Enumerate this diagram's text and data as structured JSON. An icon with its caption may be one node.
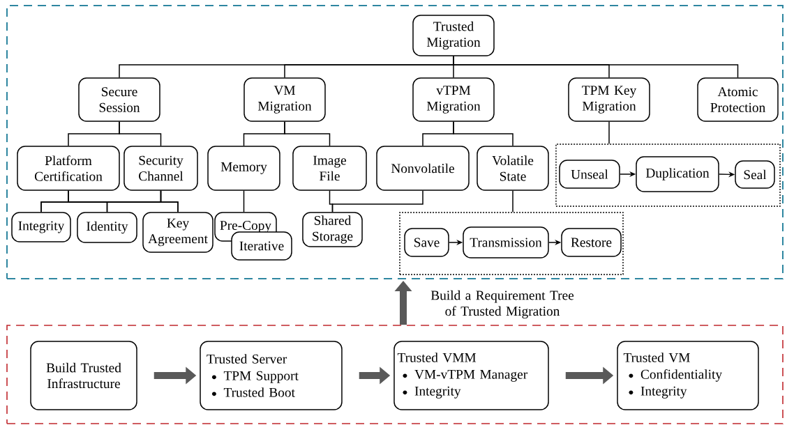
{
  "diagram": {
    "nodes": [
      {
        "text": [],
        "shape": "box"
      },
      {
        "text": [
          "Trusted Migration"
        ],
        "in": 0
      },
      {
        "text": [
          "Secure Session"
        ],
        "in": 0
      },
      {
        "text": [
          "VM Migration"
        ],
        "in": 0
      },
      {
        "text": [
          "vTPM Migration"
        ],
        "in": 0
      },
      {
        "text": [
          "TPM Key Migration"
        ],
        "in": 0
      },
      {
        "text": [
          "Atomic Protection"
        ],
        "in": 0
      },
      {
        "text": [
          "Platform Certification"
        ],
        "in": 0
      },
      {
        "text": [
          "Security Channel"
        ],
        "in": 0
      },
      {
        "text": [
          "Memory"
        ],
        "in": 0
      },
      {
        "text": [
          "Image File"
        ],
        "in": 0
      },
      {
        "text": [
          "Nonvolatile"
        ],
        "in": 0
      },
      {
        "text": [
          "Volatile State"
        ],
        "in": 0
      },
      {
        "text": [],
        "shape": "box",
        "in": 0
      },
      {
        "text": [
          "Unseal"
        ],
        "in": 13
      },
      {
        "text": [
          "Duplication"
        ],
        "in": 13
      },
      {
        "text": [
          "Seal"
        ],
        "in": 13
      },
      {
        "text": [
          "Integrity"
        ],
        "in": 0
      },
      {
        "text": [
          "Identity"
        ],
        "in": 0
      },
      {
        "text": [
          "Key Agreement"
        ],
        "in": 0
      },
      {
        "text": [
          "Pre-Copy"
        ],
        "in": 0
      },
      {
        "text": [
          "Iterative"
        ],
        "in": 0
      },
      {
        "text": [
          "Shared Storage"
        ],
        "in": 0
      },
      {
        "text": [],
        "shape": "box",
        "in": 0
      },
      {
        "text": [
          "Save"
        ],
        "in": 23
      },
      {
        "text": [
          "Transmission"
        ],
        "in": 23
      },
      {
        "text": [
          "Restore"
        ],
        "in": 23
      },
      {
        "text": [],
        "shape": "box"
      },
      {
        "text": [
          "Build Trusted Infrastructure"
        ],
        "in": 27
      },
      {
        "text": [
          "Trusted Server",
          "TPM Support",
          "Trusted Boot"
        ],
        "in": 27
      },
      {
        "text": [
          "Trusted VMM",
          "VM-vTPM Manager",
          "Integrity"
        ],
        "in": 27
      },
      {
        "text": [
          "Trusted VM",
          "Confidentiality",
          "Integrity"
        ],
        "in": 27
      }
    ],
    "edges": [
      {
        "from": 1,
        "to": 2,
        "arrow": "none"
      },
      {
        "from": 1,
        "to": 3,
        "arrow": "none"
      },
      {
        "from": 1,
        "to": 4,
        "arrow": "none"
      },
      {
        "from": 1,
        "to": 5,
        "arrow": "none"
      },
      {
        "from": 1,
        "to": 6,
        "arrow": "none"
      },
      {
        "from": 2,
        "to": 7,
        "arrow": "none"
      },
      {
        "from": 2,
        "to": 8,
        "arrow": "none"
      },
      {
        "from": 3,
        "to": 9,
        "arrow": "none"
      },
      {
        "from": 3,
        "to": 10,
        "arrow": "none"
      },
      {
        "from": 4,
        "to": 11,
        "arrow": "none"
      },
      {
        "from": 4,
        "to": 12,
        "arrow": "none"
      },
      {
        "from": 5,
        "to": 13,
        "arrow": "none"
      },
      {
        "from": 14,
        "to": 15,
        "arrow": "to"
      },
      {
        "from": 15,
        "to": 16,
        "arrow": "to"
      },
      {
        "from": 7,
        "to": 17,
        "arrow": "none"
      },
      {
        "from": 7,
        "to": 18,
        "arrow": "none"
      },
      {
        "from": 7,
        "to": 19,
        "arrow": "none"
      },
      {
        "from": 8,
        "to": 17,
        "arrow": "none"
      },
      {
        "from": 8,
        "to": 18,
        "arrow": "none"
      },
      {
        "from": 8,
        "to": 19,
        "arrow": "none"
      },
      {
        "from": 9,
        "to": 20,
        "arrow": "none"
      },
      {
        "from": 10,
        "to": 22,
        "arrow": "none"
      },
      {
        "from": 11,
        "to": 22,
        "arrow": "none"
      },
      {
        "from": 12,
        "to": 23,
        "arrow": "none"
      },
      {
        "from": 24,
        "to": 25,
        "arrow": "to"
      },
      {
        "from": 25,
        "to": 26,
        "arrow": "to"
      },
      {
        "from": 27,
        "to": 0,
        "arrow": "to",
        "style": "thick",
        "color": "#595959"
      },
      {
        "from": 28,
        "to": 29,
        "arrow": "to",
        "style": "thick",
        "color": "#595959"
      },
      {
        "from": 29,
        "to": 30,
        "arrow": "to",
        "style": "thick",
        "color": "#595959"
      },
      {
        "from": 30,
        "to": 31,
        "arrow": "to",
        "style": "thick",
        "color": "#595959"
      }
    ],
    "labels": [
      "Build a Requirement Tree of Trusted Migration"
    ]
  }
}
